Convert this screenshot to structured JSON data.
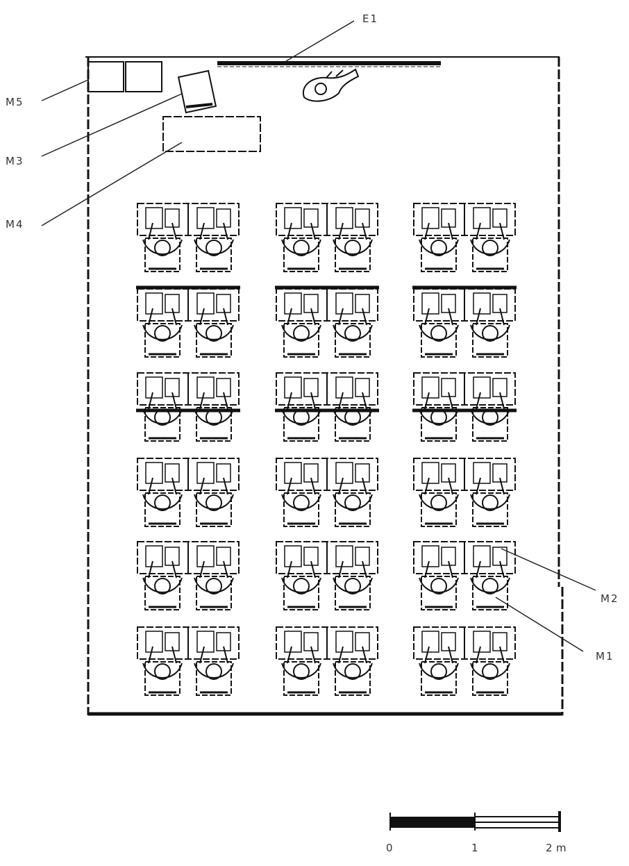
{
  "labels": {
    "e1": "E1",
    "m1": "M1",
    "m2": "M2",
    "m3": "M3",
    "m4": "M4",
    "m5": "M5"
  },
  "scale_bar": {
    "ticks": [
      "0",
      "1",
      "2"
    ],
    "unit": "m"
  },
  "layout": {
    "column_groups": 3,
    "seats_per_group_row": 2,
    "rows": 6
  }
}
